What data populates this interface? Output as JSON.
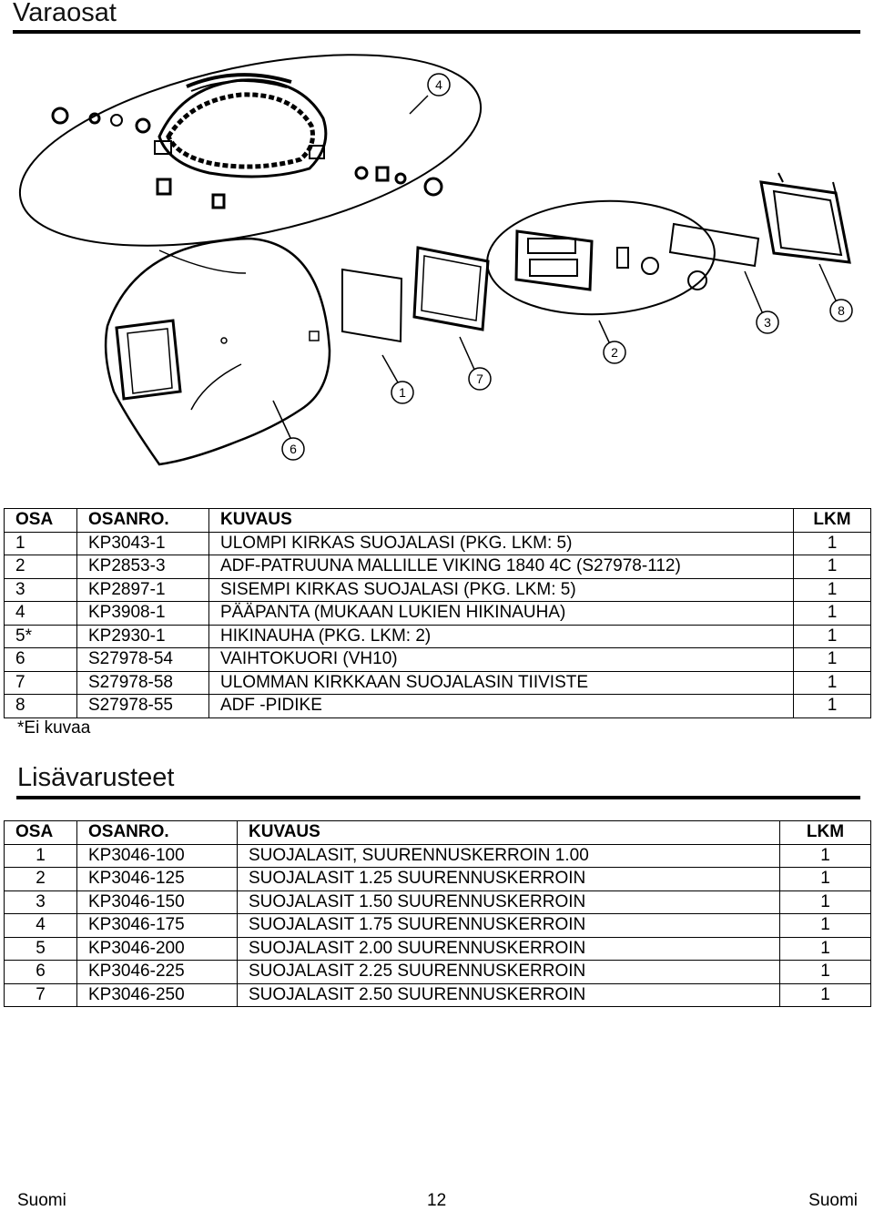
{
  "parts_section": {
    "title": "Varaosat",
    "headers": {
      "osa": "OSA",
      "osanro": "OSANRO.",
      "kuvaus": "KUVAUS",
      "lkm": "LKM"
    },
    "rows": [
      {
        "osa": "1",
        "osanro": "KP3043-1",
        "kuvaus": "ULOMPI KIRKAS SUOJALASI (PKG. LKM: 5)",
        "lkm": "1"
      },
      {
        "osa": "2",
        "osanro": "KP2853-3",
        "kuvaus": "ADF-PATRUUNA MALLILLE VIKING 1840 4C (S27978-112)",
        "lkm": "1"
      },
      {
        "osa": "3",
        "osanro": "KP2897-1",
        "kuvaus": "SISEMPI KIRKAS SUOJALASI (PKG. LKM: 5)",
        "lkm": "1"
      },
      {
        "osa": "4",
        "osanro": "KP3908-1",
        "kuvaus": "PÄÄPANTA (MUKAAN LUKIEN HIKINAUHA)",
        "lkm": "1"
      },
      {
        "osa": "5*",
        "osanro": "KP2930-1",
        "kuvaus": "HIKINAUHA (PKG. LKM: 2)",
        "lkm": "1"
      },
      {
        "osa": "6",
        "osanro": "S27978-54",
        "kuvaus": "VAIHTOKUORI (VH10)",
        "lkm": "1"
      },
      {
        "osa": "7",
        "osanro": "S27978-58",
        "kuvaus": "ULOMMAN KIRKKAAN SUOJALASIN TIIVISTE",
        "lkm": "1"
      },
      {
        "osa": "8",
        "osanro": "S27978-55",
        "kuvaus": "ADF -PIDIKE",
        "lkm": "1"
      }
    ],
    "note": "*Ei kuvaa"
  },
  "diagram": {
    "callouts": [
      "1",
      "2",
      "3",
      "4",
      "6",
      "7",
      "8"
    ]
  },
  "accessories_section": {
    "title": "Lisävarusteet",
    "headers": {
      "osa": "OSA",
      "osanro": "OSANRO.",
      "kuvaus": "KUVAUS",
      "lkm": "LKM"
    },
    "rows": [
      {
        "osa": "1",
        "osanro": "KP3046-100",
        "kuvaus": "SUOJALASIT, SUURENNUSKERROIN 1.00",
        "lkm": "1"
      },
      {
        "osa": "2",
        "osanro": "KP3046-125",
        "kuvaus": "SUOJALASIT 1.25 SUURENNUSKERROIN",
        "lkm": "1"
      },
      {
        "osa": "3",
        "osanro": "KP3046-150",
        "kuvaus": "SUOJALASIT 1.50 SUURENNUSKERROIN",
        "lkm": "1"
      },
      {
        "osa": "4",
        "osanro": "KP3046-175",
        "kuvaus": "SUOJALASIT 1.75 SUURENNUSKERROIN",
        "lkm": "1"
      },
      {
        "osa": "5",
        "osanro": "KP3046-200",
        "kuvaus": "SUOJALASIT 2.00 SUURENNUSKERROIN",
        "lkm": "1"
      },
      {
        "osa": "6",
        "osanro": "KP3046-225",
        "kuvaus": "SUOJALASIT 2.25 SUURENNUSKERROIN",
        "lkm": "1"
      },
      {
        "osa": "7",
        "osanro": "KP3046-250",
        "kuvaus": "SUOJALASIT 2.50 SUURENNUSKERROIN",
        "lkm": "1"
      }
    ]
  },
  "footer": {
    "left": "Suomi",
    "center": "12",
    "right": "Suomi"
  }
}
